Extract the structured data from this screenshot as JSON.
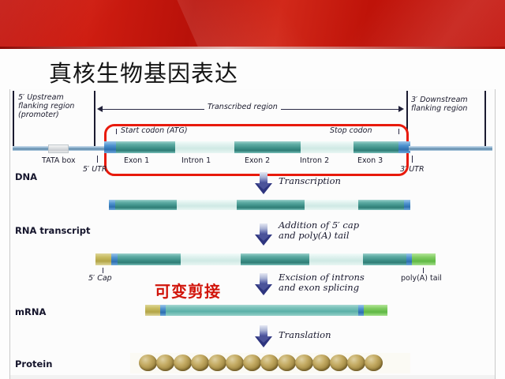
{
  "slide": {
    "title": "真核生物基因表达",
    "banner_color": "#c3140d",
    "background_color": "#fdfdfd"
  },
  "annotation": {
    "alternative_splicing": "可变剪接",
    "color": "#d1140a",
    "highlight_box_color": "#e81a0c"
  },
  "figure": {
    "top_labels": {
      "upstream": "5′ Upstream\nflanking region\n(promoter)",
      "transcribed_region": "Transcribed region",
      "downstream": "3′ Downstream\nflanking region"
    },
    "dna_labels": {
      "start_codon": "Start codon (ATG)",
      "stop_codon": "Stop codon",
      "tata_box": "TATA box",
      "utr5": "5′ UTR",
      "utr3": "3′ UTR"
    },
    "gene_segments": [
      {
        "name": "Exon 1",
        "type": "exon"
      },
      {
        "name": "Intron 1",
        "type": "intron"
      },
      {
        "name": "Exon 2",
        "type": "exon"
      },
      {
        "name": "Intron 2",
        "type": "intron"
      },
      {
        "name": "Exon 3",
        "type": "exon"
      }
    ],
    "row_labels": {
      "dna": "DNA",
      "rna_transcript": "RNA transcript",
      "mrna": "mRNA",
      "protein": "Protein"
    },
    "steps": [
      {
        "label": "Transcription"
      },
      {
        "label": "Addition of 5′ cap\nand poly(A) tail"
      },
      {
        "label": "Excision of introns\nand exon splicing"
      },
      {
        "label": "Translation"
      }
    ],
    "rna_labels": {
      "cap5": "5′ Cap",
      "polya": "poly(A) tail"
    },
    "protein_bead_count": 14,
    "colors": {
      "exon": "#3f9189",
      "intron": "#dff1ee",
      "utr": "#2d6fb0",
      "cap": "#b3a547",
      "poly_a_tail": "#5fb844",
      "arrow": "#2e357f",
      "bead": "#9d8540"
    }
  }
}
